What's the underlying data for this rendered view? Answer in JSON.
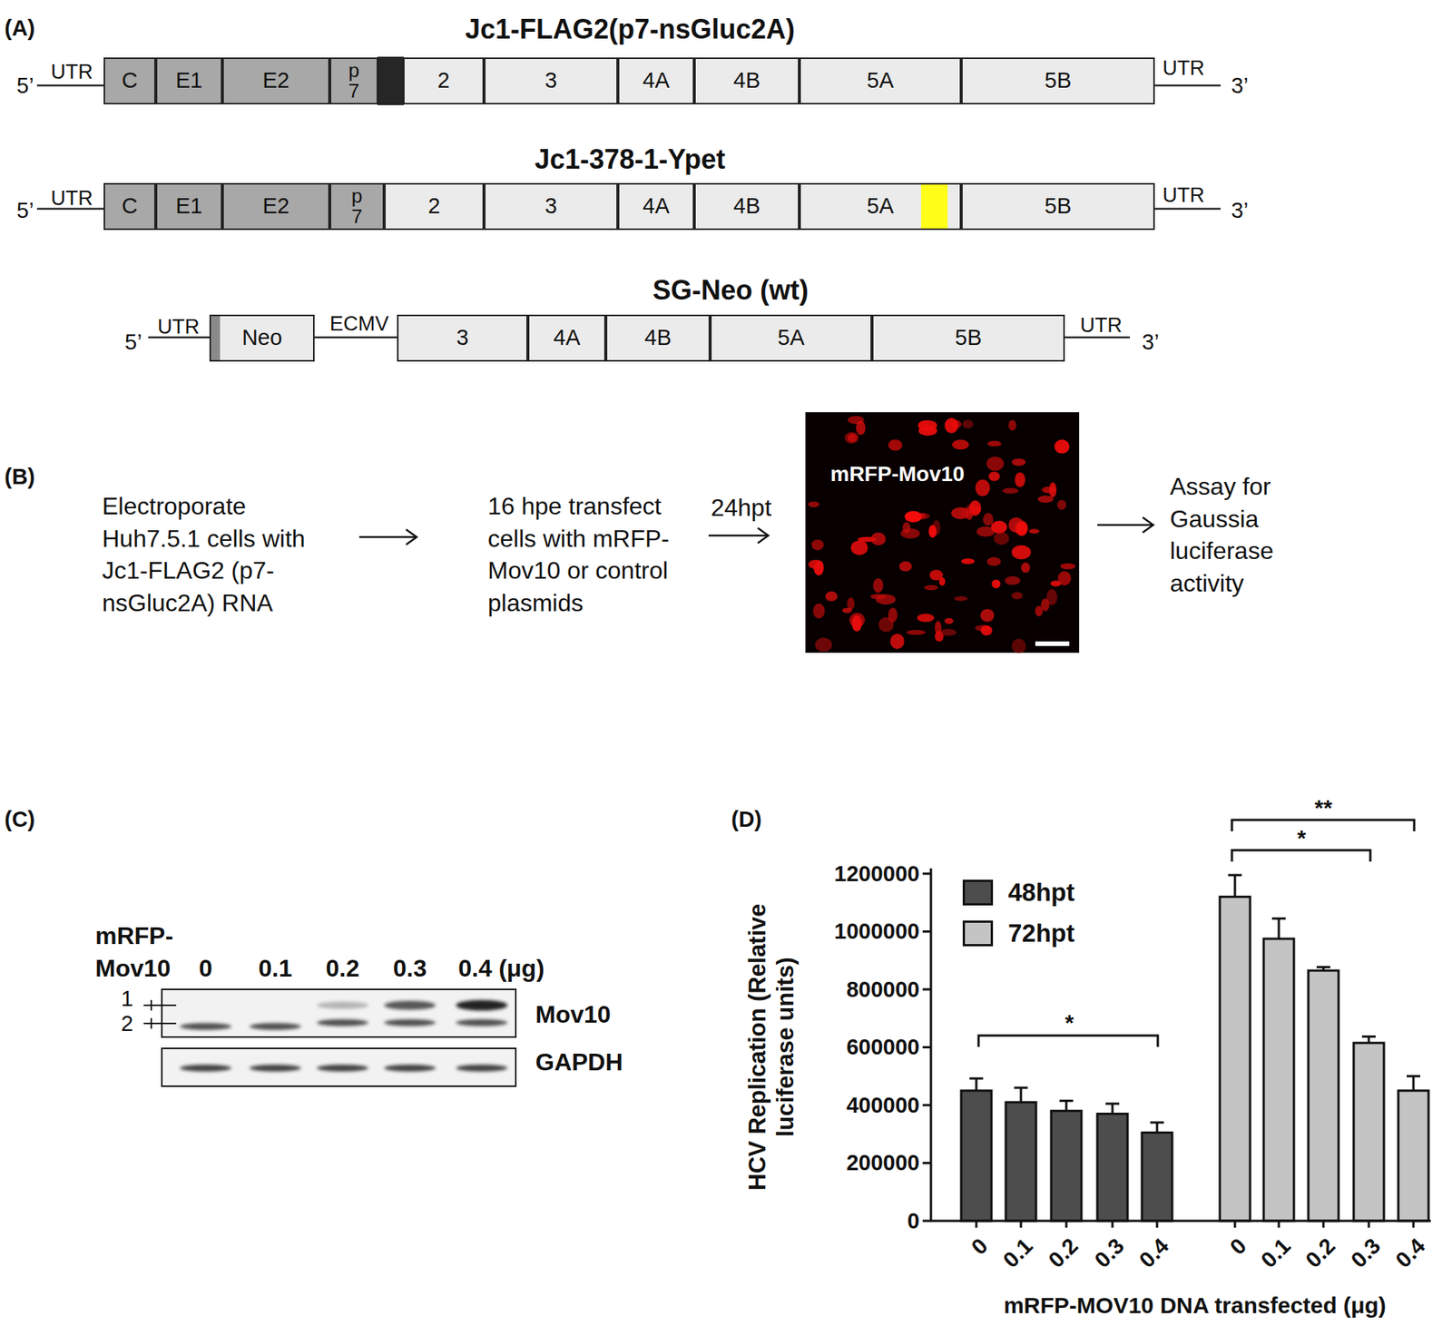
{
  "diagram": {
    "nodes": [
      {
        "text": [
          "C"
        ]
      },
      {
        "text": [
          "E1"
        ]
      },
      {
        "text": [
          "E2"
        ]
      },
      {
        "text": [
          "p7"
        ]
      },
      {
        "text": [
          "2"
        ]
      },
      {
        "text": [
          "3"
        ]
      },
      {
        "text": [
          "4A"
        ]
      },
      {
        "text": [
          "4B"
        ]
      },
      {
        "text": [
          "5A"
        ]
      },
      {
        "text": [
          "5B"
        ]
      },
      {
        "text": [
          "C"
        ]
      },
      {
        "text": [
          "E1"
        ]
      },
      {
        "text": [
          "E2"
        ]
      },
      {
        "text": [
          "p7"
        ]
      },
      {
        "text": [
          "2"
        ]
      },
      {
        "text": [
          "3"
        ]
      },
      {
        "text": [
          "4A"
        ]
      },
      {
        "text": [
          "4B"
        ]
      },
      {
        "text": [
          "5A"
        ]
      },
      {
        "text": [
          "5B"
        ]
      },
      {
        "text": [
          "Neo"
        ]
      },
      {
        "text": [
          "3"
        ]
      },
      {
        "text": [
          "4A"
        ]
      },
      {
        "text": [
          "4B"
        ]
      },
      {
        "text": [
          "5A"
        ]
      },
      {
        "text": [
          "5B"
        ]
      }
    ],
    "labels": [
      "(A)",
      "Jc1-FLAG2(p7-nsGluc2A)",
      "5’",
      "UTR",
      "UTR",
      "3’",
      "Jc1-378-1-Ypet",
      "5’",
      "UTR",
      "UTR",
      "3’",
      "SG-Neo (wt)",
      "5’",
      "UTR",
      "ECMV",
      "UTR",
      "3’",
      "(B)",
      "Electroporate Huh7.5.1 cells with Jc1-FLAG2 (p7-nsGluc2A) RNA",
      "16 hpe transfect cells with mRFP-Mov10 or control plasmids",
      "24hpt",
      "mRFP-Mov10",
      "Assay for Gaussia luciferase activity",
      "(C)",
      "mRFP- Mov10",
      "0",
      "0.1",
      "0.2",
      "0.3",
      "0.4 (μg)",
      "1",
      "2",
      "Mov10",
      "GAPDH",
      "(D)",
      "HCV Replication (Relative luciferase units)",
      "1200000",
      "1000000",
      "800000",
      "600000",
      "400000",
      "200000",
      "0",
      "0",
      "0.1",
      "0.2",
      "0.3",
      "0.4",
      "0",
      "0.1",
      "0.2",
      "0.3",
      "0.4",
      "mRFP-MOV10 DNA transfected (μg)",
      "*",
      "**",
      "*"
    ],
    "legend": [
      {
        "text": "48hpt",
        "color": "#4d4d4d"
      },
      {
        "text": "72hpt",
        "color": "#c4c4c4"
      }
    ]
  }
}
